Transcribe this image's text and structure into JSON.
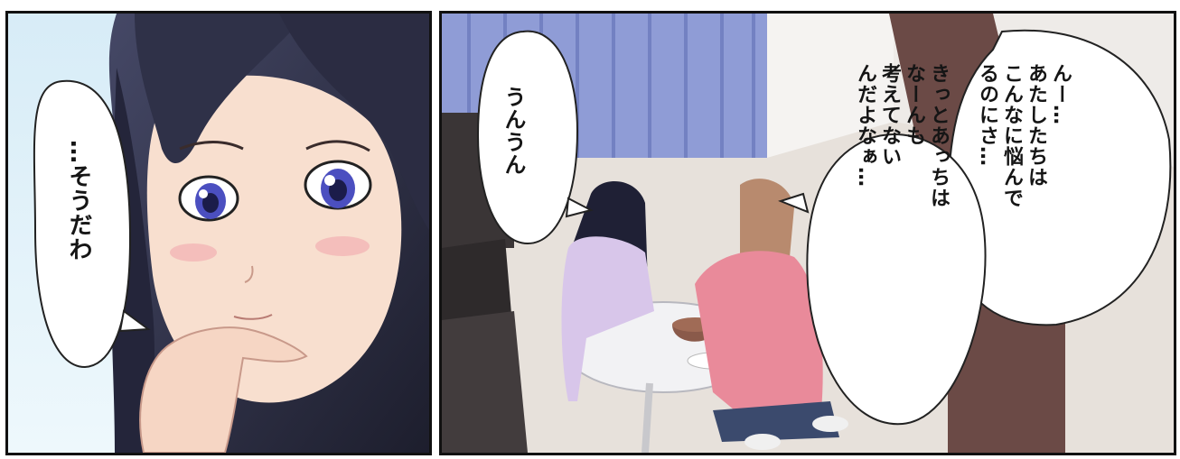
{
  "panels": {
    "left": {
      "bubble_text": "…そうだわ"
    },
    "right": {
      "bubble_small_text": "うんうん",
      "bubble_large_text": "んー…\nあたしたちは\nこんなに悩んで\nるのにさ…\n\nきっとあっちは\nなーんも\n考えてない\nんだよなぁ…"
    }
  },
  "colors": {
    "panel_border": "#111111",
    "sky": "#e9f4fa",
    "hair": "#2a2a40",
    "skin": "#f7dccb",
    "curtain": "#8f9cd6",
    "wall": "#ece9e6",
    "sofa": "#3a3536",
    "pink_top": "#e98a9a",
    "lavender_pajama": "#d8c6ea",
    "table": "#f2f2f4"
  }
}
